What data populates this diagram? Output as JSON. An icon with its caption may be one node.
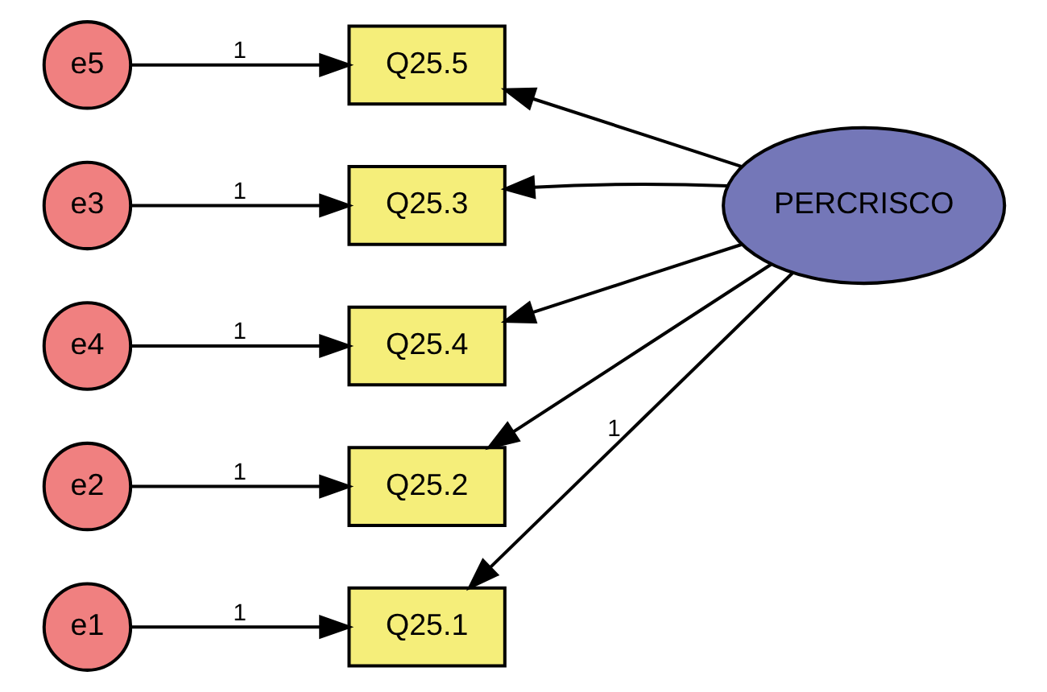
{
  "diagram": {
    "nodes": [
      {
        "text": [
          "e5"
        ]
      },
      {
        "text": [
          "e4"
        ]
      },
      {
        "text": [
          "e3"
        ]
      },
      {
        "text": [
          "e2"
        ]
      },
      {
        "text": [
          "e1"
        ]
      },
      {
        "text": [
          "Q25.5"
        ]
      },
      {
        "text": [
          "Q25.4"
        ]
      },
      {
        "text": [
          "Q25.3"
        ]
      },
      {
        "text": [
          "Q25.2"
        ]
      },
      {
        "text": [
          "Q25.1"
        ]
      },
      {
        "text": [
          "PERCRISCO"
        ]
      }
    ],
    "edges": [
      {
        "from": 0,
        "to": 5,
        "arrow": "to",
        "label": "1"
      },
      {
        "from": 1,
        "to": 6,
        "arrow": "to",
        "label": "1"
      },
      {
        "from": 2,
        "to": 7,
        "arrow": "to",
        "label": "1"
      },
      {
        "from": 3,
        "to": 8,
        "arrow": "to",
        "label": "1"
      },
      {
        "from": 4,
        "to": 9,
        "arrow": "to",
        "label": "1"
      },
      {
        "from": 10,
        "to": 5,
        "arrow": "to"
      },
      {
        "from": 10,
        "to": 6,
        "arrow": "to"
      },
      {
        "from": 10,
        "to": 7,
        "arrow": "to"
      },
      {
        "from": 10,
        "to": 8,
        "arrow": "to"
      },
      {
        "from": 10,
        "to": 9,
        "arrow": "to",
        "label": "1"
      }
    ]
  }
}
